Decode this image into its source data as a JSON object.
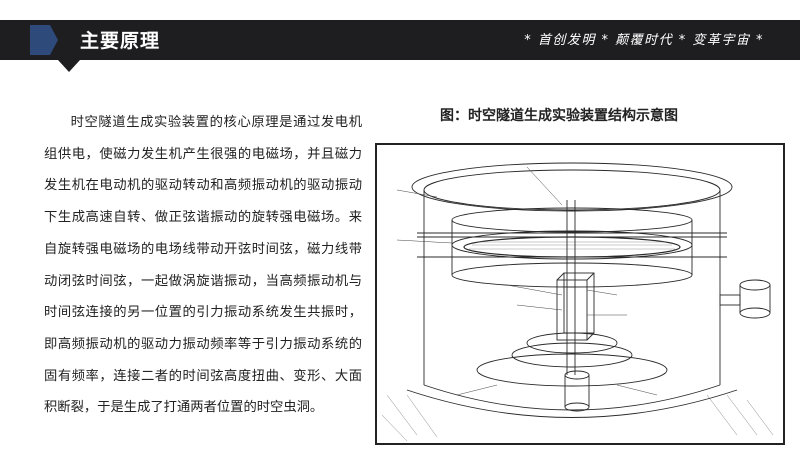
{
  "header": {
    "title": "主要原理",
    "slogan": "* 首创发明 * 颠覆时代 * 变革宇宙 *",
    "bar_color": "#1e1e20",
    "badge_color": "#2d4a7a"
  },
  "content": {
    "paragraph": "时空隧道生成实验装置的核心原理是通过发电机组供电，使磁力发生机产生很强的电磁场，并且磁力发生机在电动机的驱动转动和高频振动机的驱动振动下生成高速自转、做正弦谐振动的旋转强电磁场。来自旋转强电磁场的电场线带动开弦时间弦，磁力线带动闭弦时间弦，一起做涡旋谐振动，当高频振动机与时间弦连接的另一位置的引力振动系统发生共振时，即高频振动机的驱动力振动频率等于引力振动系统的固有频率，连接二者的时间弦高度扭曲、变形、大面积断裂，于是生成了打通两者位置的时空虫洞。"
  },
  "figure": {
    "title": "图：时空隧道生成实验装置结构示意图",
    "image_description": "hand-drawn sketch of cylindrical experimental apparatus with magnetic generator disk, central shaft, and base"
  }
}
